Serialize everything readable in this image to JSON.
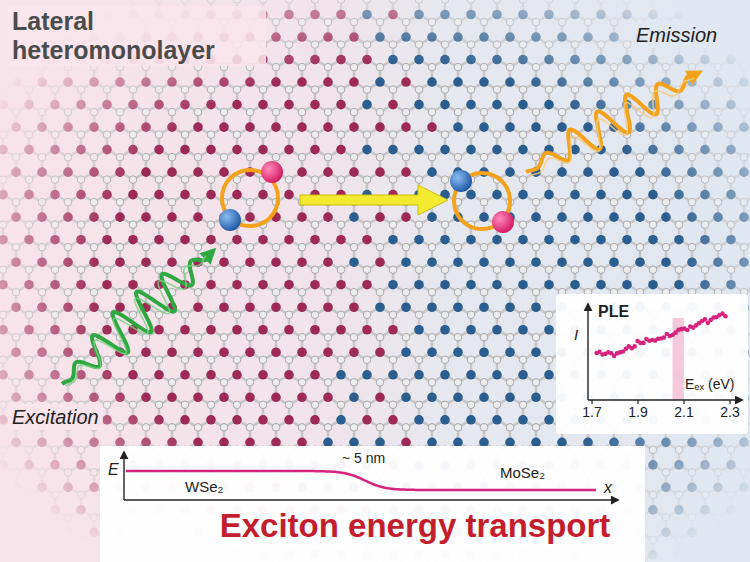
{
  "diagram": {
    "title": "Exciton energy transport",
    "labels": [
      "Lateral heteromonolayer",
      "Emission",
      "Excitation",
      "PLE",
      "I",
      "Eₑₓ (eV)",
      "1.7",
      "1.9",
      "2.1",
      "2.3",
      "E",
      "~ 5 nm",
      "WSe₂",
      "MoSe₂",
      "x"
    ]
  }
}
